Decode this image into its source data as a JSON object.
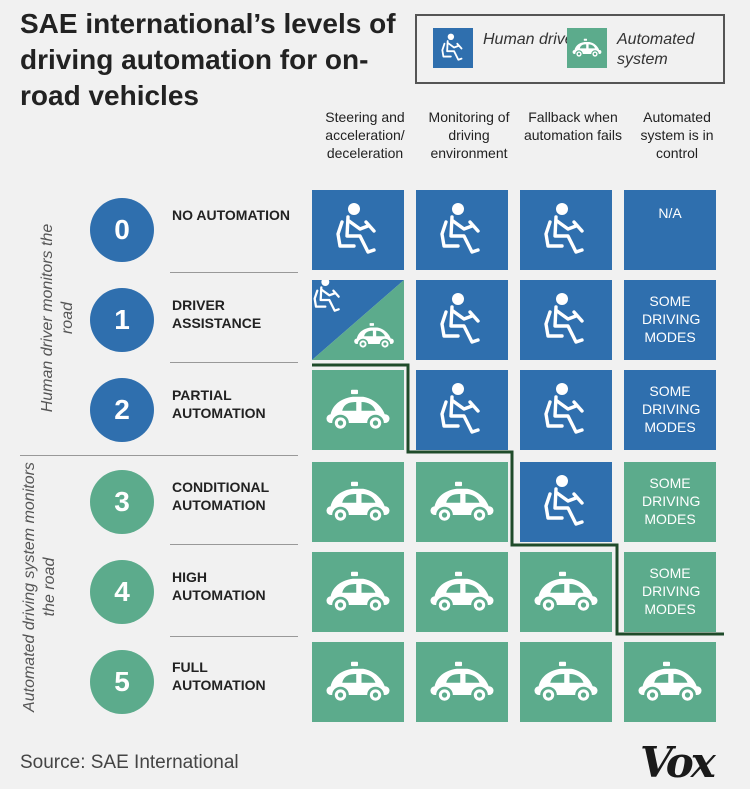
{
  "title": "SAE international’s levels of driving automation for on-road vehicles",
  "colors": {
    "human": "#2f6fae",
    "automated": "#5cab8c",
    "human_circle": "#2f6fae",
    "automated_circle": "#5cab8c",
    "boundary": "#1f4b2a"
  },
  "legend": {
    "human": {
      "label": "Human driver",
      "icon": "driver-icon"
    },
    "automated": {
      "label": "Automated system",
      "icon": "car-icon"
    }
  },
  "columns": [
    "Steering and acceleration/ deceleration",
    "Monitoring of driving environment",
    "Fallback when automation fails",
    "Automated system is in control"
  ],
  "side_labels": {
    "human": "Human driver monitors the road",
    "automated": "Automated driving system monitors the road"
  },
  "levels": [
    {
      "number": "0",
      "name": "NO AUTOMATION",
      "monitor": "human",
      "cells": [
        {
          "type": "human"
        },
        {
          "type": "human"
        },
        {
          "type": "human"
        },
        {
          "type": "text",
          "color": "human",
          "text": "N/A"
        }
      ]
    },
    {
      "number": "1",
      "name": "DRIVER ASSISTANCE",
      "monitor": "human",
      "cells": [
        {
          "type": "split"
        },
        {
          "type": "human"
        },
        {
          "type": "human"
        },
        {
          "type": "text",
          "color": "human",
          "text": "SOME DRIVING MODES"
        }
      ]
    },
    {
      "number": "2",
      "name": "PARTIAL AUTOMATION",
      "monitor": "human",
      "cells": [
        {
          "type": "car"
        },
        {
          "type": "human"
        },
        {
          "type": "human"
        },
        {
          "type": "text",
          "color": "human",
          "text": "SOME DRIVING MODES"
        }
      ]
    },
    {
      "number": "3",
      "name": "CONDITIONAL AUTOMATION",
      "monitor": "automated",
      "cells": [
        {
          "type": "car"
        },
        {
          "type": "car"
        },
        {
          "type": "human"
        },
        {
          "type": "text",
          "color": "automated",
          "text": "SOME DRIVING MODES"
        }
      ]
    },
    {
      "number": "4",
      "name": "HIGH AUTOMATION",
      "monitor": "automated",
      "cells": [
        {
          "type": "car"
        },
        {
          "type": "car"
        },
        {
          "type": "car"
        },
        {
          "type": "text",
          "color": "automated",
          "text": "SOME DRIVING MODES"
        }
      ]
    },
    {
      "number": "5",
      "name": "FULL AUTOMATION",
      "monitor": "automated",
      "cells": [
        {
          "type": "car"
        },
        {
          "type": "car"
        },
        {
          "type": "car"
        },
        {
          "type": "car"
        }
      ]
    }
  ],
  "source": "Source: SAE International",
  "brand": "Vox"
}
